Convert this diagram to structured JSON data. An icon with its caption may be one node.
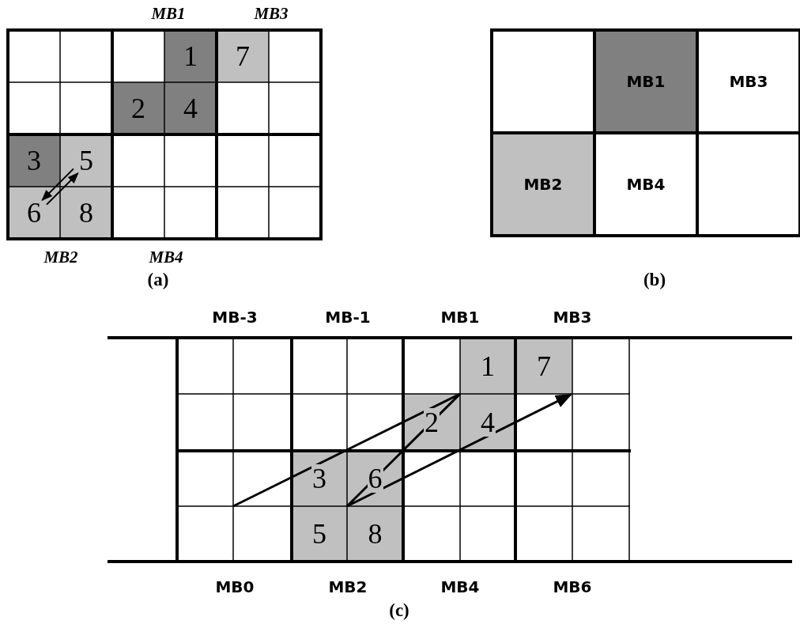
{
  "diagram": {
    "nodes": [
      {
        "text": [
          "1"
        ]
      },
      {
        "text": [
          "7"
        ]
      },
      {
        "text": [
          "2"
        ]
      },
      {
        "text": [
          "4"
        ]
      },
      {
        "text": [
          "3"
        ]
      },
      {
        "text": [
          "5"
        ]
      },
      {
        "text": [
          "6"
        ]
      },
      {
        "text": [
          "8"
        ]
      },
      {
        "text": [
          "MB1"
        ]
      },
      {
        "text": [
          "MB3"
        ]
      },
      {
        "text": [
          "MB2"
        ]
      },
      {
        "text": [
          "MB4"
        ]
      },
      {
        "text": [
          "1"
        ]
      },
      {
        "text": [
          "7"
        ]
      },
      {
        "text": [
          "2"
        ]
      },
      {
        "text": [
          "4"
        ]
      },
      {
        "text": [
          "3"
        ]
      },
      {
        "text": [
          "6"
        ]
      },
      {
        "text": [
          "5"
        ]
      },
      {
        "text": [
          "8"
        ]
      }
    ],
    "edges": [
      {
        "from": 6,
        "to": 5,
        "arrow": "to"
      },
      {
        "from": 5,
        "to": 6,
        "arrow": "to"
      }
    ],
    "labels": [
      "MB1",
      "MB3",
      "MB2",
      "MB4",
      "(a)",
      "(b)",
      "MB-3",
      "MB-1",
      "MB1",
      "MB3",
      "MB0",
      "MB2",
      "MB4",
      "MB6",
      "(c)"
    ]
  }
}
